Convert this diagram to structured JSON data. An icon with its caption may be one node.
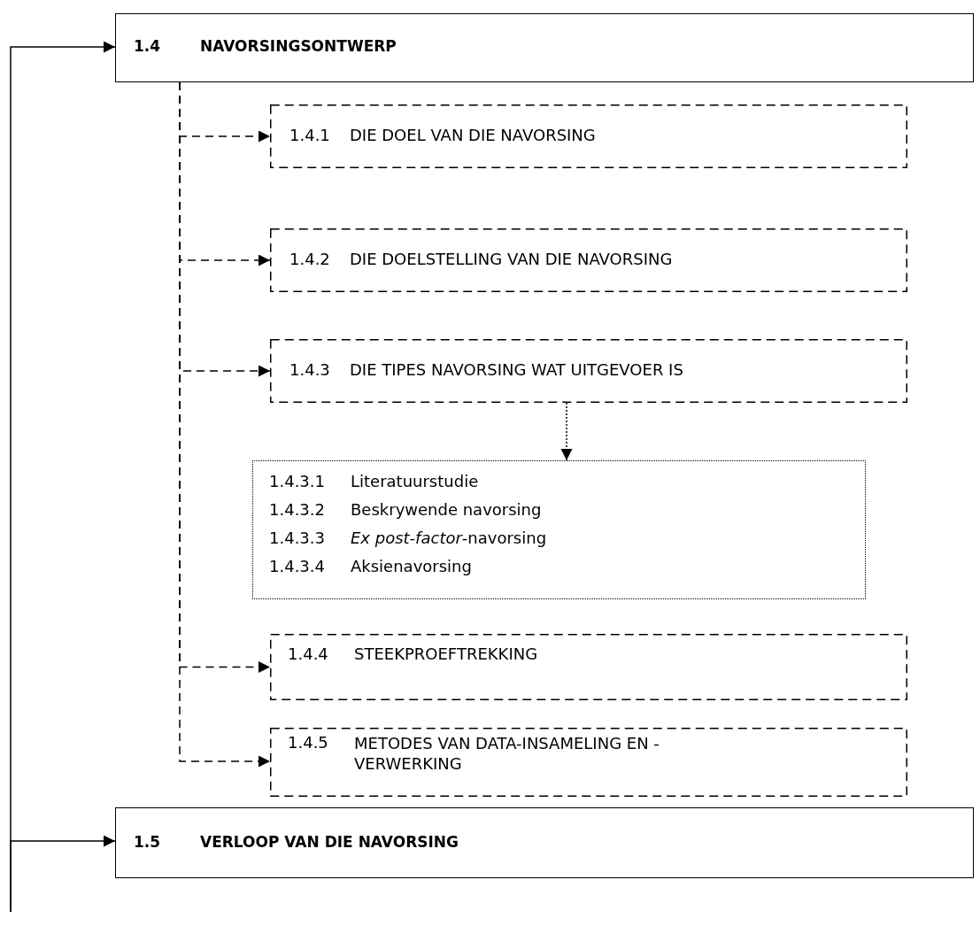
{
  "diagram": {
    "nodes": [
      {
        "text": [
          "1.4",
          "NAVORSINGSONTWERP"
        ]
      },
      {
        "text": [
          "1.4.1",
          "DIE DOEL VAN DIE NAVORSING"
        ]
      },
      {
        "text": [
          "1.4.2",
          "DIE DOELSTELLING VAN DIE NAVORSING"
        ]
      },
      {
        "text": [
          "1.4.3",
          "DIE TIPES NAVORSING WAT UITGEVOER IS"
        ]
      },
      {
        "text": [
          "1.4.3.1",
          "Literatuurstudie",
          "1.4.3.2",
          "Beskrywende navorsing",
          "1.4.3.3",
          "*Ex post-factor*-navorsing",
          "1.4.3.4",
          "Aksienavorsing"
        ]
      },
      {
        "text": [
          "1.4.4",
          "STEEKPROEFTREKKING"
        ]
      },
      {
        "text": [
          "1.4.5",
          "METODES VAN DATA-INSAMELING EN -VERWERKING"
        ]
      },
      {
        "text": [
          "1.5",
          "VERLOOP VAN DIE NAVORSING"
        ]
      }
    ],
    "edges": [
      {
        "from": null,
        "to": 0,
        "arrow": "to"
      },
      {
        "from": null,
        "to": 7,
        "arrow": "to"
      },
      {
        "from": 0,
        "to": 1,
        "arrow": "to",
        "style": "dashed"
      },
      {
        "from": 0,
        "to": 2,
        "arrow": "to",
        "style": "dashed"
      },
      {
        "from": 0,
        "to": 3,
        "arrow": "to",
        "style": "dashed"
      },
      {
        "from": 0,
        "to": 5,
        "arrow": "to",
        "style": "dashed"
      },
      {
        "from": 0,
        "to": 6,
        "arrow": "to",
        "style": "dashed"
      },
      {
        "from": 3,
        "to": 4,
        "arrow": "to",
        "style": "dashed"
      }
    ]
  }
}
